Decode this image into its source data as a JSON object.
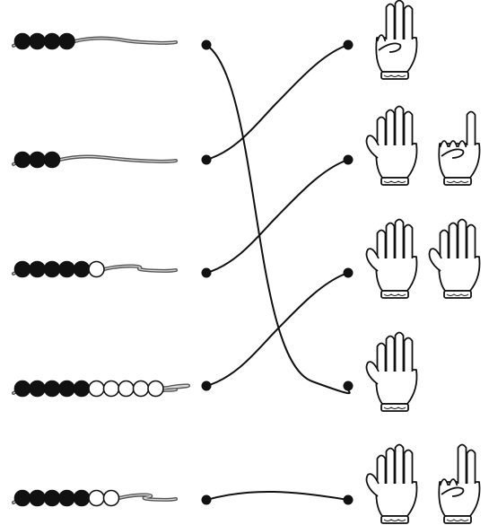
{
  "worksheet": {
    "rows": [
      {
        "beads": {
          "black": 4,
          "white": 0
        }
      },
      {
        "beads": {
          "black": 3,
          "white": 0
        }
      },
      {
        "beads": {
          "black": 5,
          "white": 1
        }
      },
      {
        "beads": {
          "black": 5,
          "white": 5
        }
      },
      {
        "beads": {
          "black": 5,
          "white": 2
        }
      }
    ],
    "hand_groups": [
      {
        "hands": [
          {
            "fingers_up": 3
          }
        ]
      },
      {
        "hands": [
          {
            "fingers_up": 5
          },
          {
            "fingers_up": 1
          }
        ]
      },
      {
        "hands": [
          {
            "fingers_up": 5
          },
          {
            "fingers_up": 5
          }
        ]
      },
      {
        "hands": [
          {
            "fingers_up": 5
          }
        ]
      },
      {
        "hands": [
          {
            "fingers_up": 5
          },
          {
            "fingers_up": 2
          }
        ]
      }
    ],
    "matches": [
      {
        "from_row": 1,
        "to_group": 4
      },
      {
        "from_row": 2,
        "to_group": 1
      },
      {
        "from_row": 3,
        "to_group": 2
      },
      {
        "from_row": 4,
        "to_group": 3
      },
      {
        "from_row": 5,
        "to_group": 5
      }
    ],
    "colors": {
      "ink": "#111111",
      "white_bead": "#ffffff",
      "wire": "#555555"
    }
  }
}
